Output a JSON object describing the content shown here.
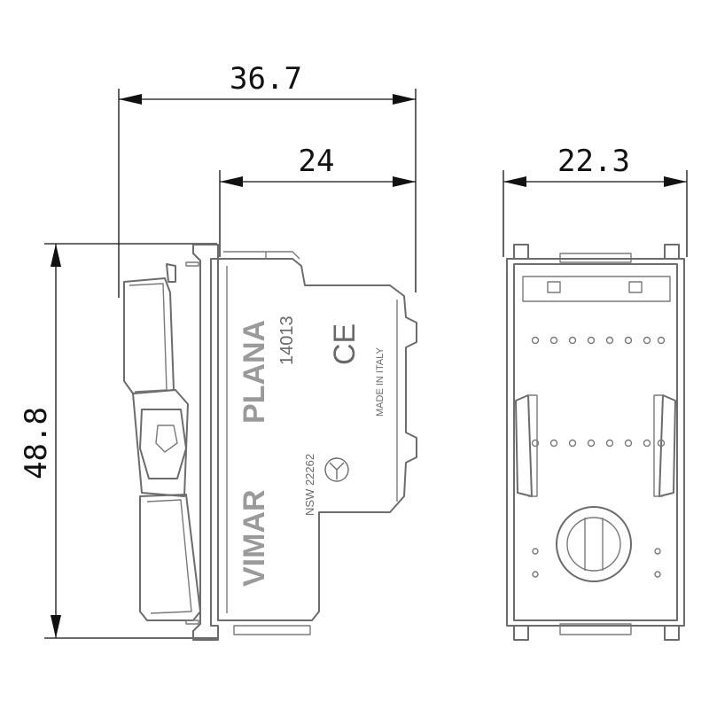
{
  "dimensions": {
    "overall_depth": "36.7",
    "body_depth": "24",
    "width": "22.3",
    "height": "48.8"
  },
  "side_view_markings": {
    "brand": "VIMAR",
    "series": "PLANA",
    "article": "14013",
    "ce_mark": "CE",
    "origin": "MADE IN ITALY",
    "approval": "NSW 22262"
  }
}
